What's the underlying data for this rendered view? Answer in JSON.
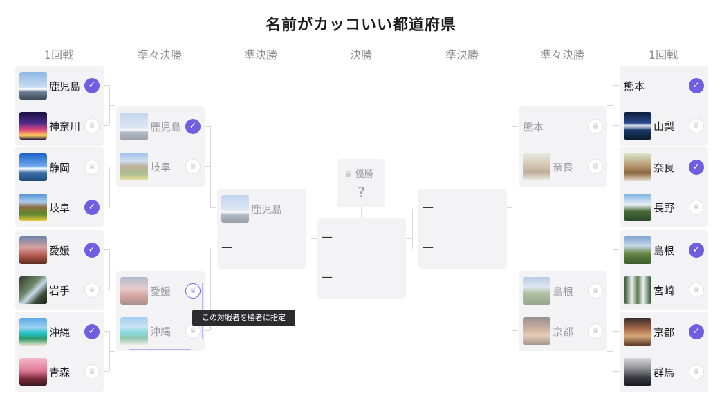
{
  "title": "名前がカッコいい都道府県",
  "rounds": [
    "1回戦",
    "準々決勝",
    "準決勝",
    "決勝",
    "準決勝",
    "準々決勝",
    "1回戦"
  ],
  "champion": {
    "label": "♕ 優勝",
    "value": "?"
  },
  "tooltip": "この対戦者を勝者に指定",
  "placeholder": "—",
  "icons": {
    "check": "check-icon",
    "trophy": "trophy-icon"
  },
  "accent": "#6e5ee0",
  "left_r1": [
    {
      "a": "鹿児島",
      "b": "神奈川",
      "winner": "a"
    },
    {
      "a": "静岡",
      "b": "岐阜",
      "winner": "b"
    },
    {
      "a": "愛媛",
      "b": "岩手",
      "winner": "a"
    },
    {
      "a": "沖縄",
      "b": "青森",
      "winner": "a"
    }
  ],
  "left_qf": [
    {
      "a": "鹿児島",
      "b": "岐阜",
      "winner": "a"
    },
    {
      "a": "愛媛",
      "b": "沖縄",
      "winner": ""
    }
  ],
  "left_sf": {
    "a": "鹿児島",
    "b": "—"
  },
  "final": {
    "a": "—",
    "b": "—"
  },
  "right_sf": {
    "a": "—",
    "b": "—"
  },
  "right_qf": [
    {
      "a": "熊本",
      "b": "奈良",
      "winner": ""
    },
    {
      "a": "島根",
      "b": "京都",
      "winner": ""
    }
  ],
  "right_r1": [
    {
      "a": "熊本",
      "b": "山梨",
      "winner": "a"
    },
    {
      "a": "奈良",
      "b": "長野",
      "winner": "a"
    },
    {
      "a": "島根",
      "b": "宮崎",
      "winner": "a"
    },
    {
      "a": "京都",
      "b": "群馬",
      "winner": "a"
    }
  ]
}
